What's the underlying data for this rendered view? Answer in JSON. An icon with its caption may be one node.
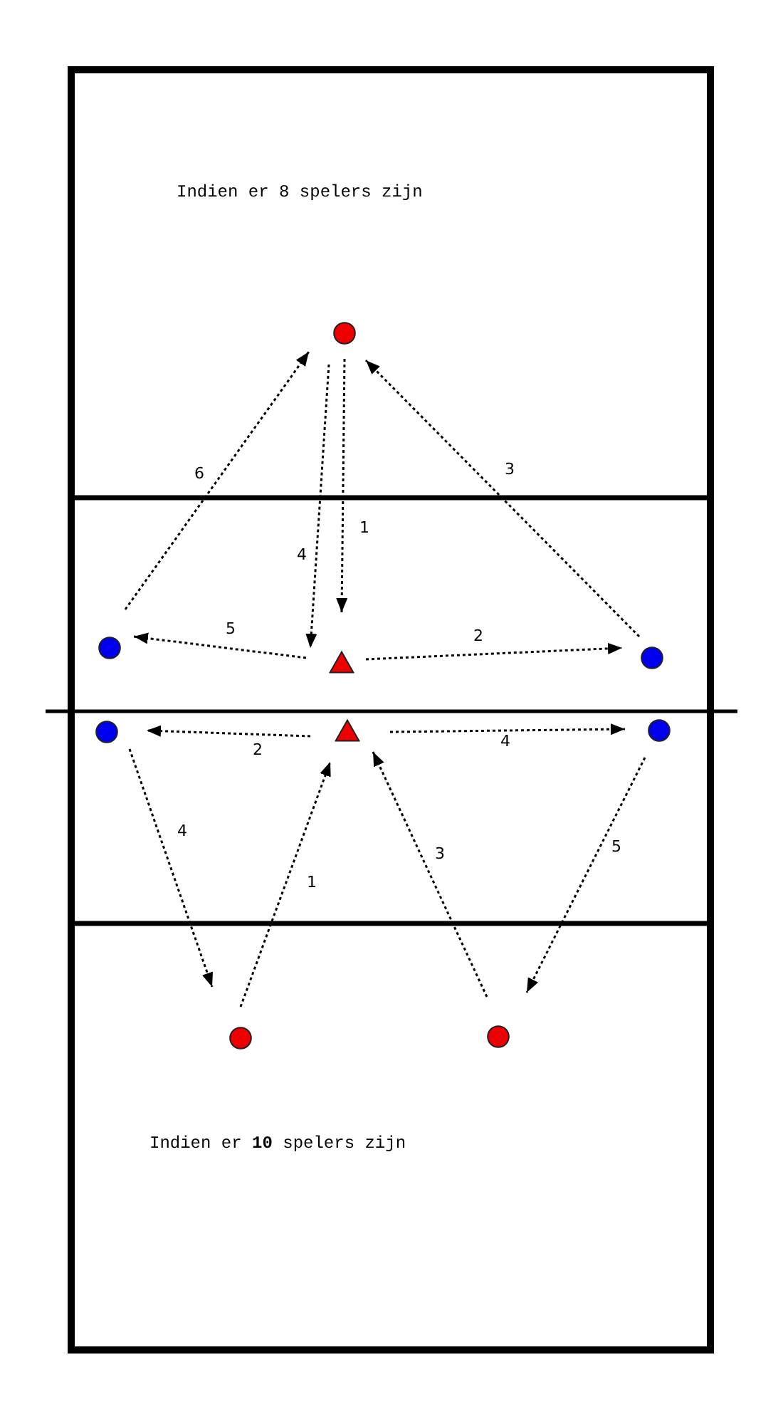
{
  "diagram": {
    "nodes": [
      {
        "text": [],
        "shape": "circle"
      },
      {
        "text": [],
        "shape": "circle"
      },
      {
        "text": [],
        "shape": "triangle"
      },
      {
        "text": [],
        "shape": "circle"
      },
      {
        "text": [],
        "shape": "circle"
      },
      {
        "text": [],
        "shape": "triangle"
      },
      {
        "text": [],
        "shape": "circle"
      },
      {
        "text": [],
        "shape": "circle"
      },
      {
        "text": [],
        "shape": "circle"
      }
    ],
    "edges": [
      {
        "from": 0,
        "to": 2,
        "arrow": "to",
        "label": "1"
      },
      {
        "from": 2,
        "to": 3,
        "arrow": "to",
        "label": "2"
      },
      {
        "from": 3,
        "to": 0,
        "arrow": "to",
        "label": "3"
      },
      {
        "from": 0,
        "to": 2,
        "arrow": "to",
        "label": "4"
      },
      {
        "from": 2,
        "to": 1,
        "arrow": "to",
        "label": "5"
      },
      {
        "from": 1,
        "to": 0,
        "arrow": "to",
        "label": "6"
      },
      {
        "from": 5,
        "to": 4,
        "arrow": "to",
        "label": "2"
      },
      {
        "from": 5,
        "to": 6,
        "arrow": "to",
        "label": "4"
      },
      {
        "from": 4,
        "to": 7,
        "arrow": "to",
        "label": "4"
      },
      {
        "from": 7,
        "to": 5,
        "arrow": "to",
        "label": "1"
      },
      {
        "from": 8,
        "to": 5,
        "arrow": "to",
        "label": "3"
      },
      {
        "from": 6,
        "to": 8,
        "arrow": "to",
        "label": "5"
      }
    ],
    "labels": [
      "Indien er 8 spelers zijn",
      "Indien er **10** spelers zijn"
    ]
  }
}
